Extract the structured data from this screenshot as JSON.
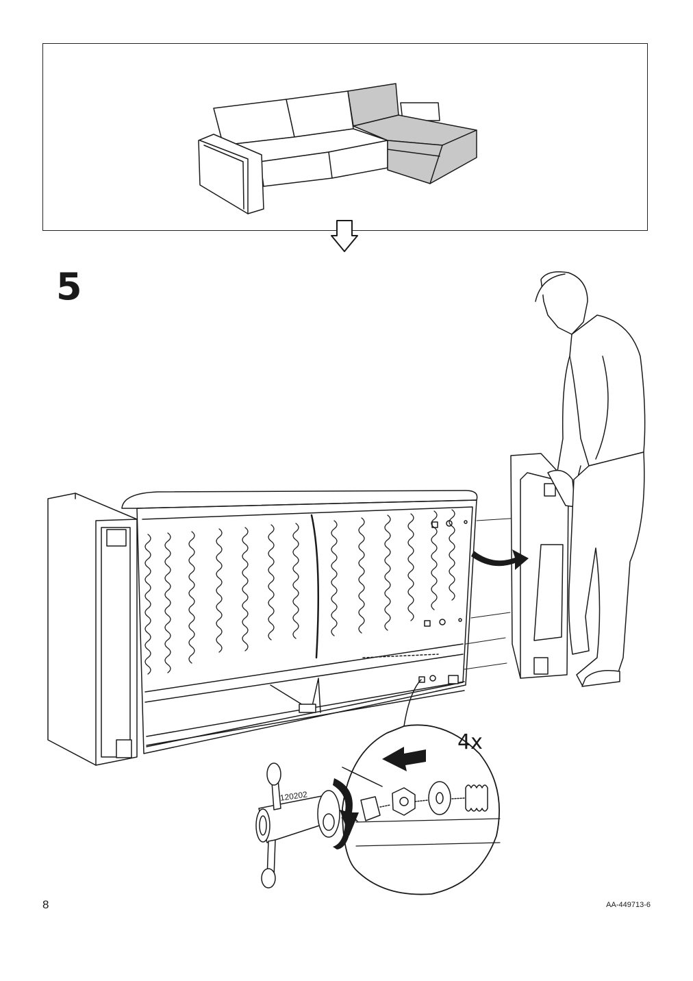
{
  "step": {
    "number": "5"
  },
  "detail": {
    "count_label": "4x",
    "tool_code": "120202"
  },
  "footer": {
    "page_number": "8",
    "document_id": "AA-449713-6"
  },
  "colors": {
    "line": "#1a1a1a",
    "highlight_fill": "#c8c8c8"
  },
  "icons": [
    "down-arrow-icon",
    "rotate-arrow-icon",
    "push-arrow-icon",
    "curved-arrow-icon"
  ]
}
